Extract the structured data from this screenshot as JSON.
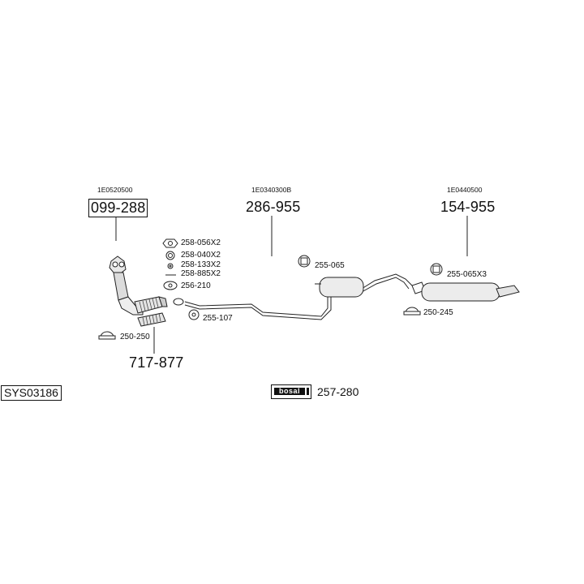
{
  "system_code": "SYS03186",
  "brand": "bosal",
  "parts": {
    "catalyst": {
      "oe": "1E0520500",
      "number": "099-288"
    },
    "middle": {
      "oe": "1E0340300B",
      "number": "286-955"
    },
    "rear": {
      "oe": "1E0440500",
      "number": "154-955"
    },
    "front_pipe": {
      "number": "717-877"
    },
    "kit": {
      "number": "257-280"
    }
  },
  "fittings": {
    "nut_x2": "258-056X2",
    "nut2_x2": "258-040X2",
    "washer_x2": "258-133X2",
    "bolt_x2": "258-885X2",
    "gasket": "256-210",
    "rubber_mount": "255-107",
    "mount_middle": "255-065",
    "mount_rear": "255-065X3",
    "clamp_front": "250-250",
    "clamp_rear": "250-245"
  }
}
